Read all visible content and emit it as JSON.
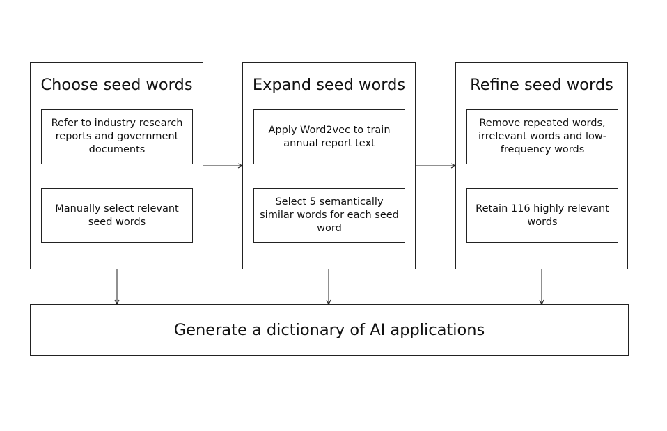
{
  "columns": [
    {
      "title": "Choose seed words",
      "steps": [
        "Refer to industry research reports and government documents",
        "Manually select relevant seed words"
      ]
    },
    {
      "title": "Expand seed words",
      "steps": [
        "Apply Word2vec to train annual report text",
        "Select 5 semantically similar words for each seed word"
      ]
    },
    {
      "title": "Refine seed words",
      "steps": [
        "Remove repeated words, irrelevant words and low-frequency words",
        "Retain 116 highly relevant words"
      ]
    }
  ],
  "result": {
    "label": "Generate a dictionary of AI applications"
  },
  "colors": {
    "stroke": "#222222",
    "text": "#111111",
    "background": "#ffffff"
  }
}
